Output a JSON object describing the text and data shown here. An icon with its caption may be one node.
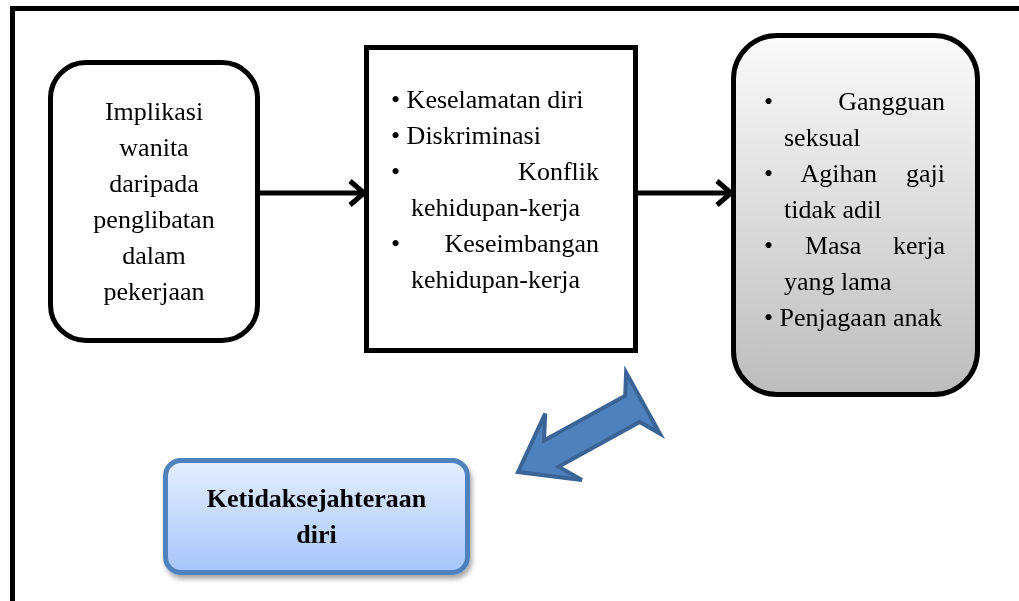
{
  "diagram": {
    "nodes": [
      {
        "text": [
          "Implikasi wanita daripada penglibatan dalam pekerjaan"
        ]
      },
      {
        "text": [
          "• Keselamatan diri",
          "• Diskriminasi",
          "• Konflik kehidupan-kerja",
          "• Keseimbangan kehidupan-kerja"
        ]
      },
      {
        "text": [
          "• Gangguan seksual",
          "• Agihan gaji tidak adil",
          "• Masa kerja yang lama",
          "• Penjagaan anak"
        ]
      },
      {
        "text": [
          "Ketidaksejahteraan diri"
        ]
      }
    ],
    "edges": [
      {
        "from": 0,
        "to": 1,
        "arrow": "to"
      },
      {
        "from": 1,
        "to": 2,
        "arrow": "to"
      },
      {
        "from": 2,
        "to": 3,
        "arrow": "to",
        "style": "thick",
        "color": "#4f81bd"
      }
    ]
  }
}
